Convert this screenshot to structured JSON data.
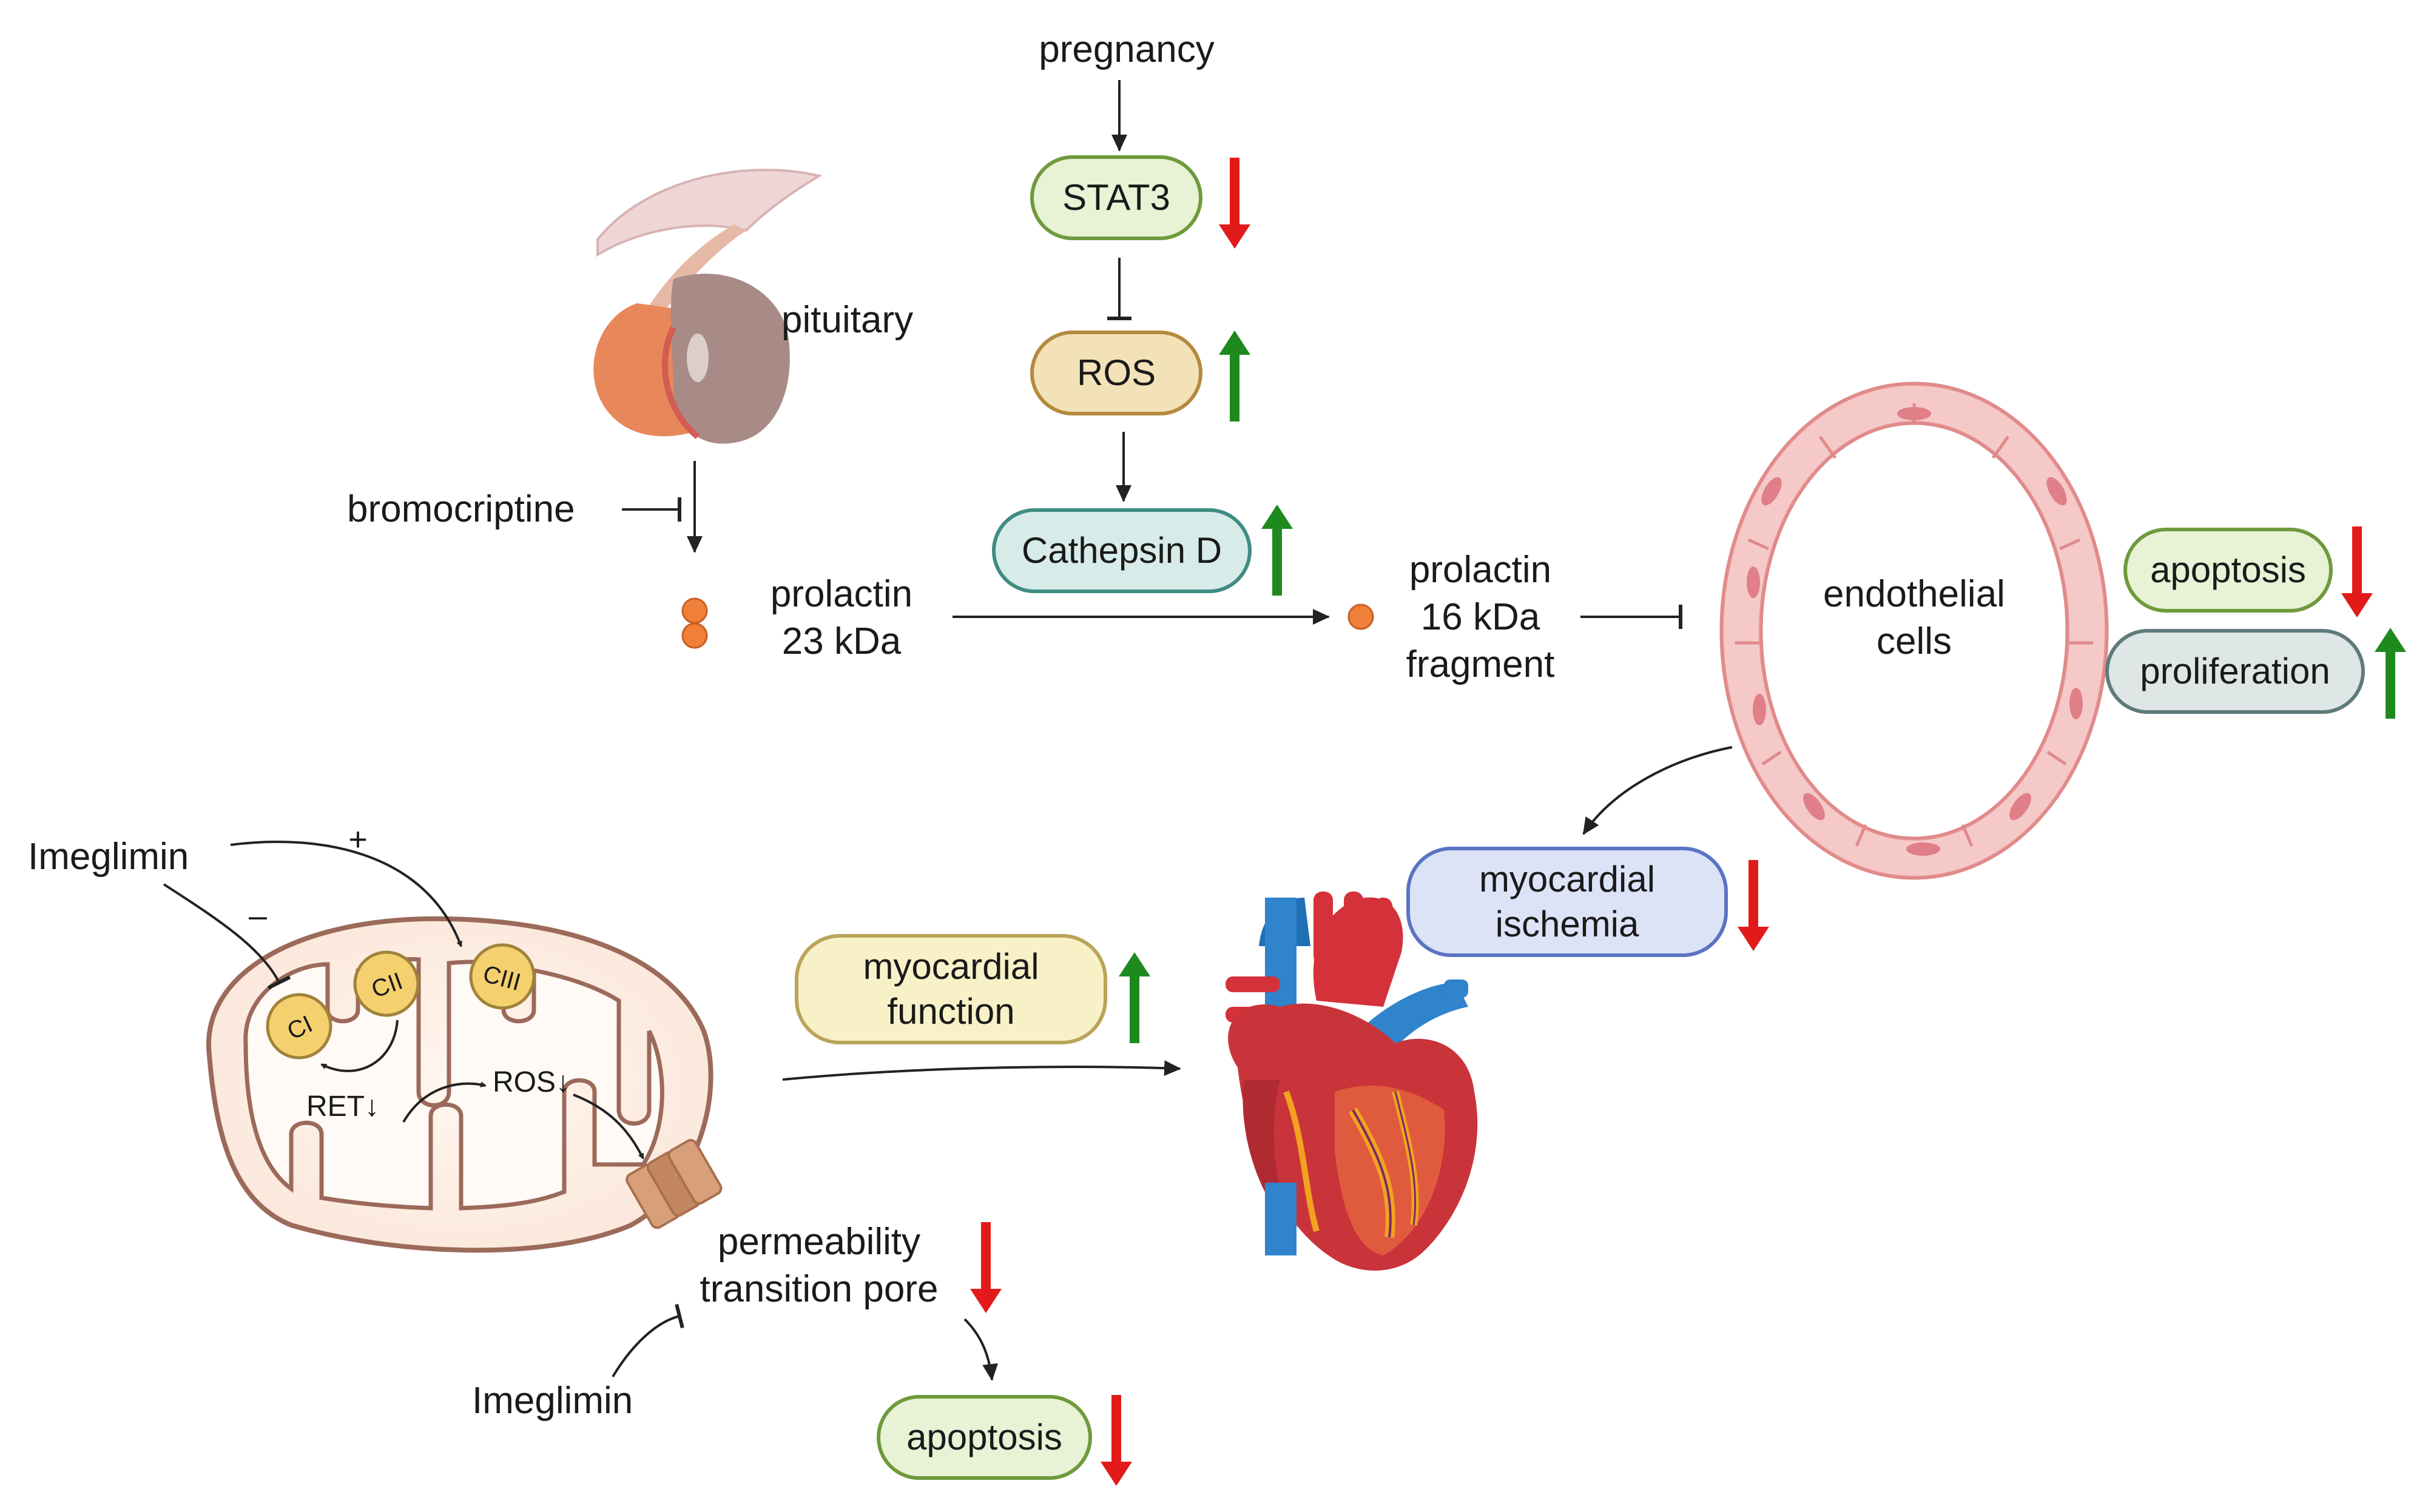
{
  "labels": {
    "pregnancy": "pregnancy",
    "pituitary": "pituitary",
    "bromocriptine": "bromocriptine",
    "prolactin_23_line1": "prolactin",
    "prolactin_23_line2": "23 kDa",
    "prolactin_16_line1": "prolactin",
    "prolactin_16_line2": "16 kDa",
    "prolactin_16_line3": "fragment",
    "endothelial_line1": "endothelial",
    "endothelial_line2": "cells",
    "imeglimin_top": "Imeglimin",
    "imeglimin_bottom": "Imeglimin",
    "plus_sign": "+",
    "minus_sign": "–",
    "ret": "RET↓",
    "ros_mito": "ROS↓",
    "ptp_line1": "permeability",
    "ptp_line2": "transition pore",
    "complex_ci": "CI",
    "complex_cii": "CII",
    "complex_ciii": "CIII"
  },
  "boxes": {
    "stat3": "STAT3",
    "ros": "ROS",
    "cathepsin_d": "Cathepsin D",
    "apoptosis_top": "apoptosis",
    "proliferation": "proliferation",
    "myocardial_ischemia_line1": "myocardial",
    "myocardial_ischemia_line2": "ischemia",
    "myocardial_function_line1": "myocardial",
    "myocardial_function_line2": "function",
    "apoptosis_bottom": "apoptosis"
  },
  "colors": {
    "arrow_up": "#1e8a1e",
    "arrow_down": "#e31a1a",
    "green_fill": "#e8f2d5",
    "green_border": "#6f9a3c",
    "tan_fill": "#f3e2b8",
    "tan_border": "#b48a3e",
    "teal_fill": "#d7ece9",
    "teal_border": "#3f8c83",
    "blue_fill": "#dde3f7",
    "blue_border": "#5b73c2",
    "yellow_fill": "#f8f1c8",
    "yellow_border": "#b9a45a",
    "grey_fill": "#dfe6e6",
    "grey_border": "#5f7a7a"
  },
  "icons": [
    "pituitary-gland-icon",
    "endothelial-vessel-icon",
    "mitochondrion-icon",
    "heart-icon",
    "prolactin-molecule-icon"
  ],
  "trend_arrows": {
    "stat3": "down",
    "ros": "up",
    "cathepsin_d": "up",
    "apoptosis_top": "down",
    "proliferation": "up",
    "myocardial_ischemia": "down",
    "myocardial_function": "up",
    "permeability_transition_pore": "down",
    "apoptosis_bottom": "down"
  }
}
